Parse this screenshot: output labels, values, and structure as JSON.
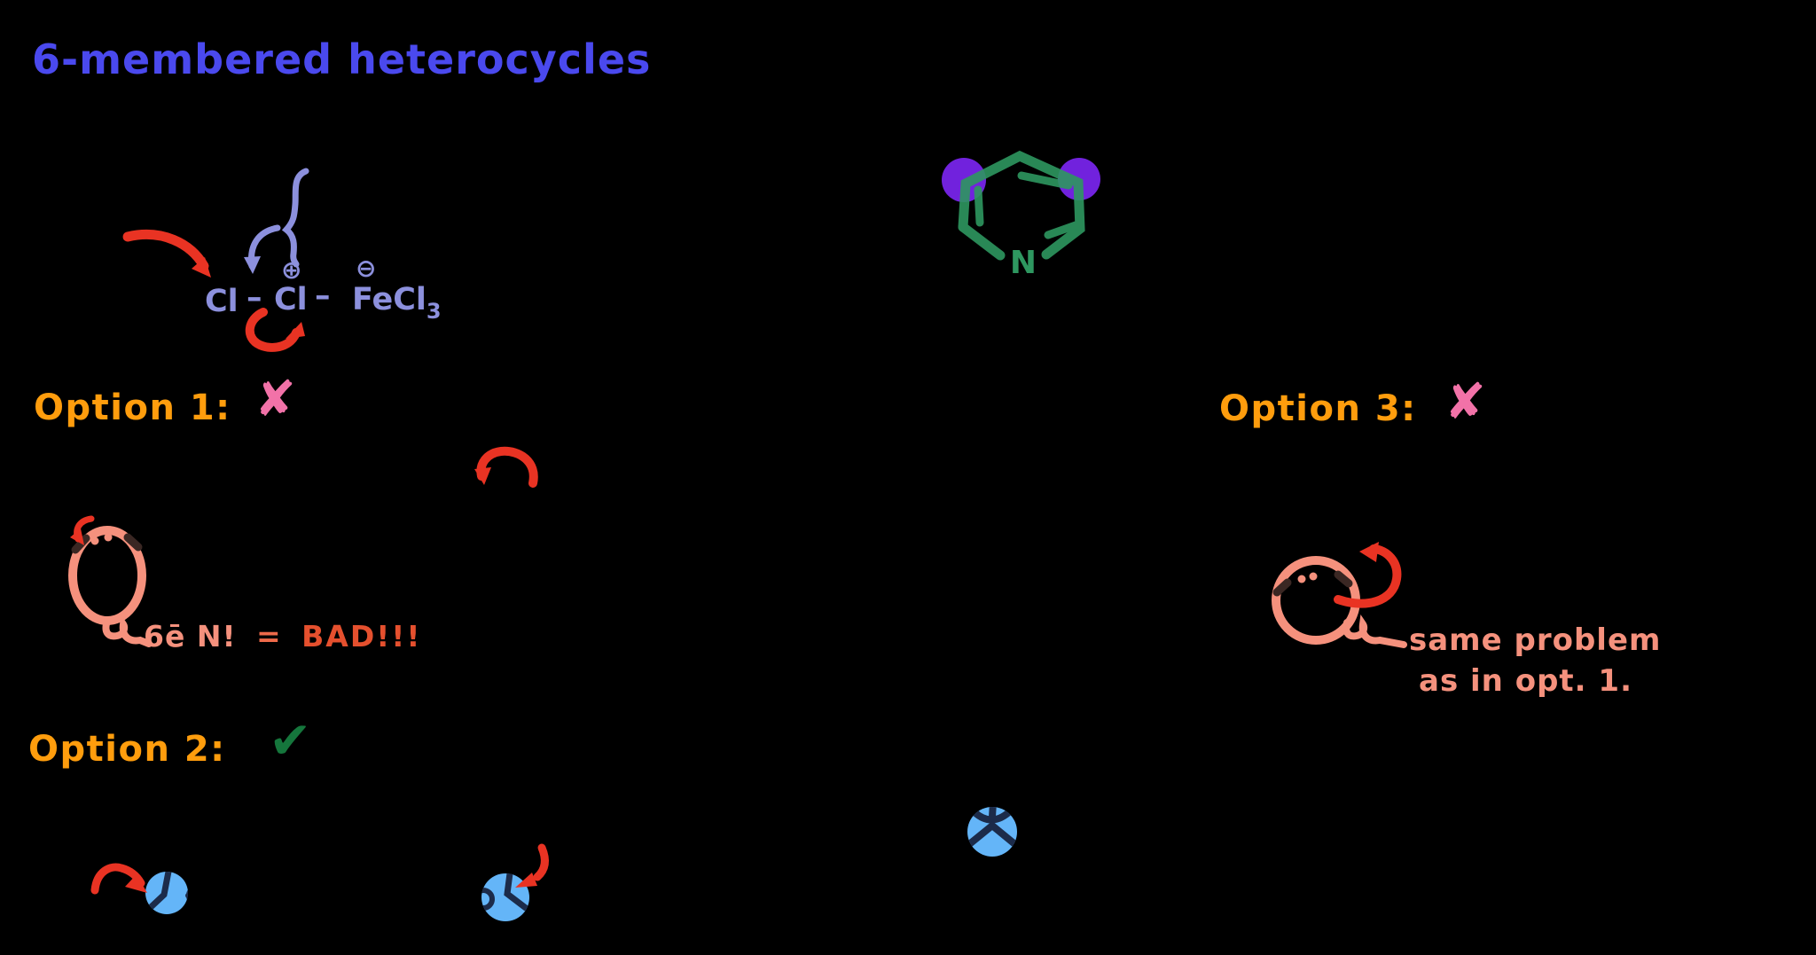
{
  "title": "6-membered heterocycles",
  "reagent": {
    "cl1": "Cl",
    "bond1": "–",
    "cl2": "Cl",
    "bond2": "–",
    "fe": "FeCl",
    "fe_sub": "3",
    "plus_charge": "⊕",
    "minus_charge": "⊖"
  },
  "pyridine": {
    "n_label": "N"
  },
  "options": {
    "option1": {
      "label": "Option 1:",
      "mark": "✘"
    },
    "option2": {
      "label": "Option 2:",
      "mark": "✔"
    },
    "option3": {
      "label": "Option 3:",
      "mark": "✘"
    }
  },
  "notes": {
    "electron_note": {
      "lead": "6ē N!",
      "equals": "=",
      "shout": "BAD!!!"
    },
    "same_problem": {
      "line1": "same problem",
      "line2": "as in opt. 1."
    }
  },
  "colors": {
    "background": "#000000",
    "title_blue": "#4a49ee",
    "periwinkle": "#8c90dd",
    "red": "#e93323",
    "orange": "#ff9d0d",
    "pink": "#f272a8",
    "check_green": "#15763c",
    "ring_green": "#2e9760",
    "violet": "#7122dd",
    "salmon": "#f5917d",
    "equals_red": "#ee6a4a",
    "bad_red": "#e5502e",
    "light_blue": "#64b5f8",
    "navy": "#1c2b4a",
    "dark_mark": "#3a2723"
  }
}
